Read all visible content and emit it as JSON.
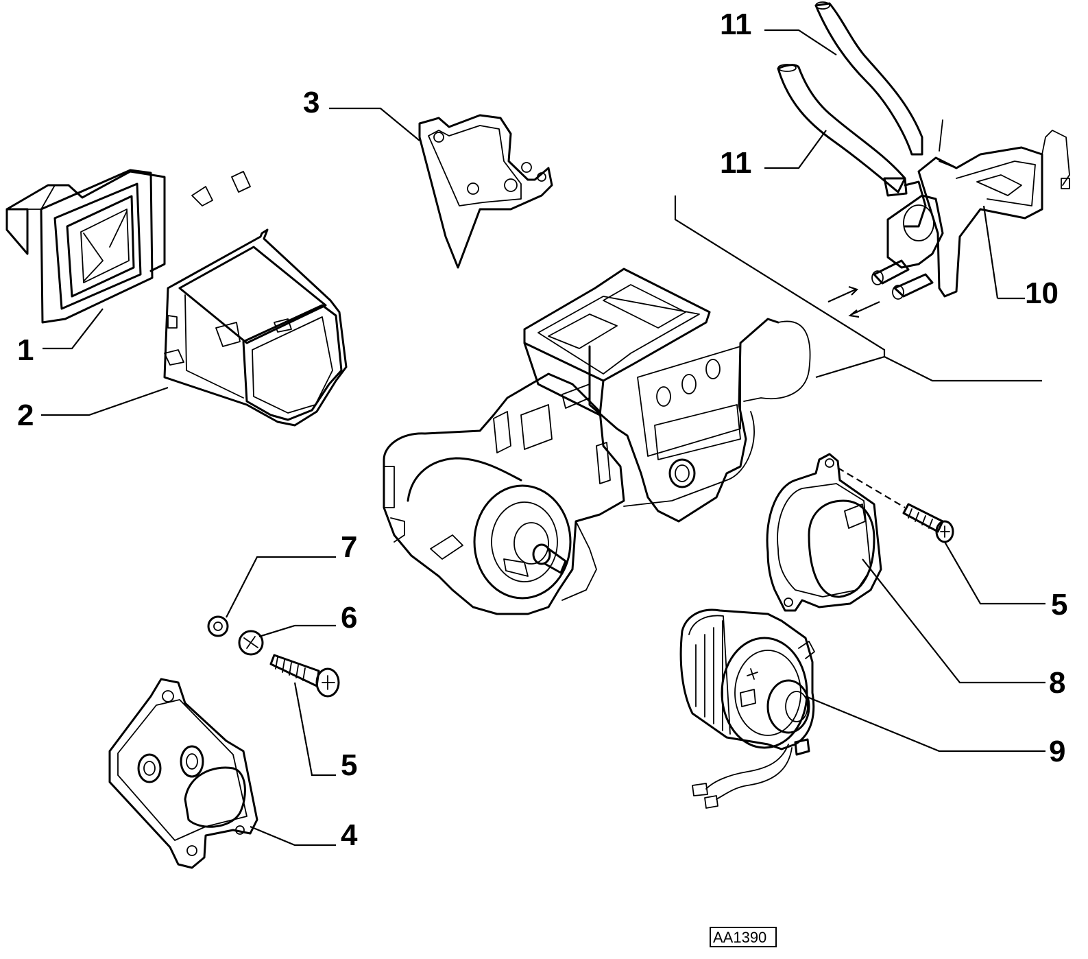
{
  "figure": {
    "id": "AA1390"
  },
  "callouts": {
    "c1": "1",
    "c2": "2",
    "c3": "3",
    "c4": "4",
    "c5a": "5",
    "c5b": "5",
    "c6": "6",
    "c7": "7",
    "c8": "8",
    "c9": "9",
    "c10": "10",
    "c11a": "11",
    "c11b": "11"
  }
}
